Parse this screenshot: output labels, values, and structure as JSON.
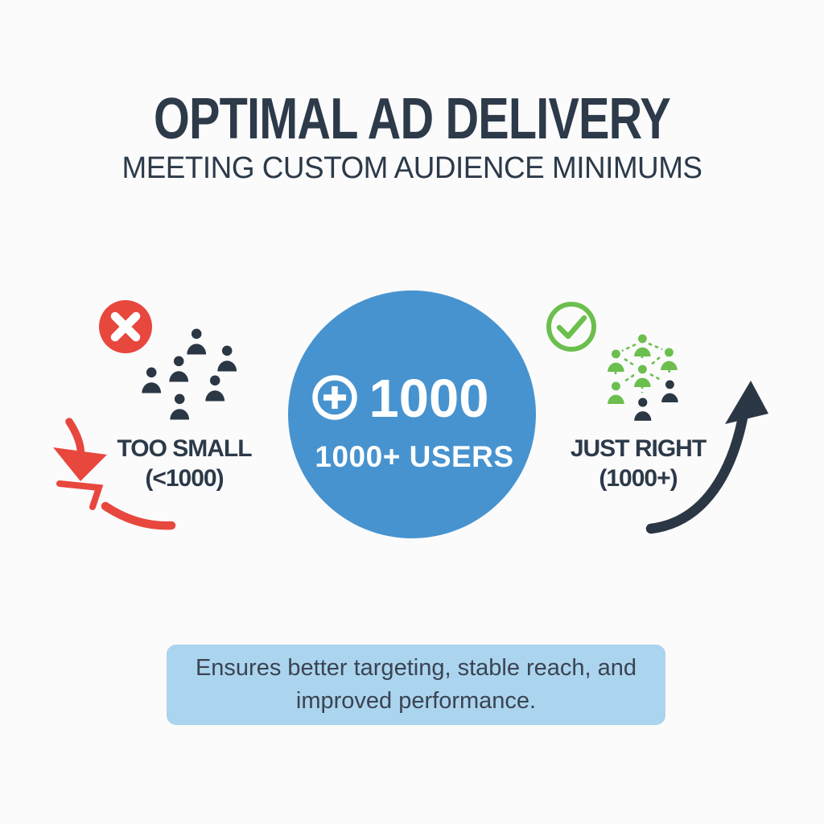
{
  "header": {
    "title": "OPTIMAL AD DELIVERY",
    "subtitle": "MEETING CUSTOM AUDIENCE MINIMUMS"
  },
  "sections": {
    "left": {
      "icon": "x-circle-icon",
      "cluster_icon": "scattered-people-icons",
      "people_count": 6,
      "label": "TOO SMALL",
      "threshold": "(<1000)",
      "trend_icon": "declining-arrow-icon"
    },
    "center": {
      "icon": "plus-circle-icon",
      "value": "1000",
      "caption": "1000+ USERS"
    },
    "right": {
      "icon": "check-circle-icon",
      "cluster_icon": "connected-people-network-icon",
      "people_count": 7,
      "label": "JUST RIGHT",
      "threshold": "(1000+)",
      "trend_icon": "rising-arrow-icon"
    }
  },
  "footer": {
    "line1": "Ensures better targeting, stable reach, and",
    "line2": "improved performance."
  },
  "colors": {
    "navy": "#2b3744",
    "navy-text": "#2c3a49",
    "red": "#e8473e",
    "green": "#6cbf4e",
    "blue": "#4793cf",
    "light-blue": "#abd4ef",
    "footer-text": "#3a4450",
    "background": "#fbfbfc"
  }
}
